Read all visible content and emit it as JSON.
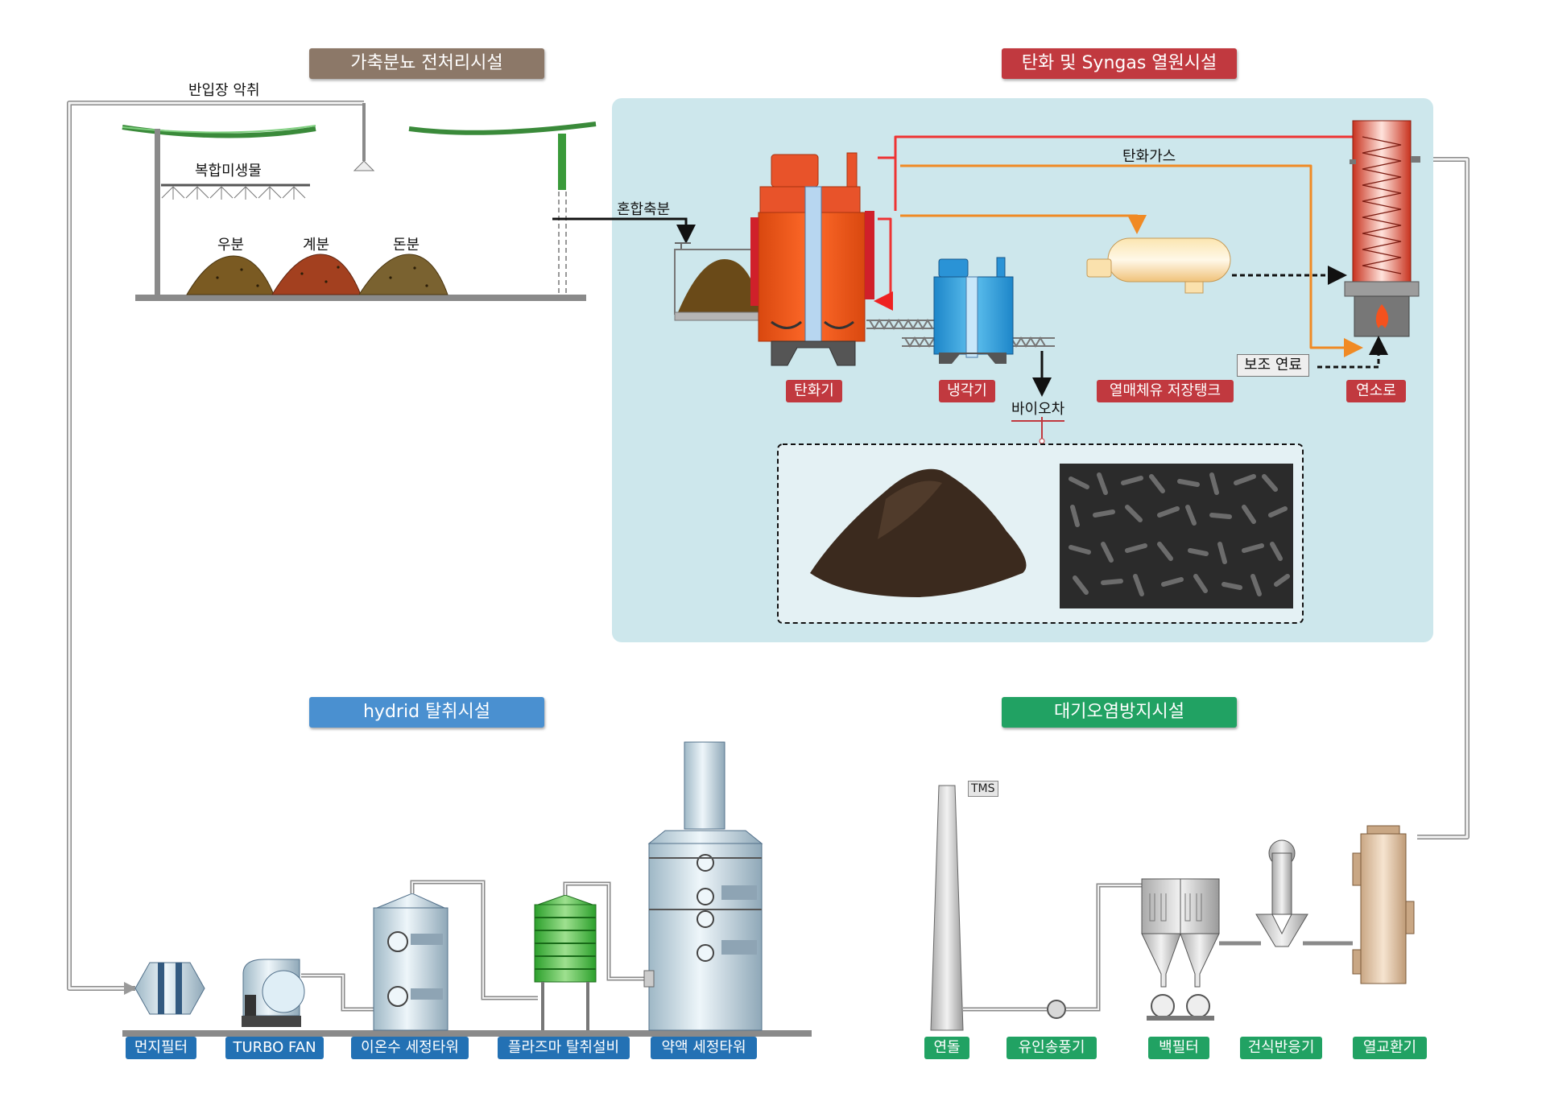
{
  "sections": {
    "pretreatment": "가축분뇨 전처리시설",
    "carbonization": "탄화 및  Syngas 열원시설",
    "deodorization": "hydrid 탈취시설",
    "air_pollution": "대기오염방지시설"
  },
  "pretreatment": {
    "odor_label": "반입장 악취",
    "microbe_label": "복합미생물",
    "manure": [
      "우분",
      "계분",
      "돈분"
    ]
  },
  "carbonization": {
    "mixed_manure": "혼합축분",
    "gas_label": "탄화가스",
    "aux_fuel": "보조 연료",
    "biochar": "바이오차",
    "equipment": [
      "탄화기",
      "냉각기",
      "열매체유 저장탱크",
      "연소로"
    ]
  },
  "deodorization": {
    "equipment": [
      "먼지필터",
      "TURBO FAN",
      "이온수 세정타워",
      "플라즈마 탈취설비",
      "약액 세정타워"
    ]
  },
  "air_pollution": {
    "tms": "TMS",
    "equipment": [
      "연돌",
      "유인송풍기",
      "백필터",
      "건식반응기",
      "열교환기"
    ]
  },
  "colors": {
    "pretreatment": "#8c7868",
    "carbonization": "#c1393f",
    "deodorization": "#4a90d0",
    "air_pollution": "#21a263",
    "panel": "#cde7ec"
  }
}
